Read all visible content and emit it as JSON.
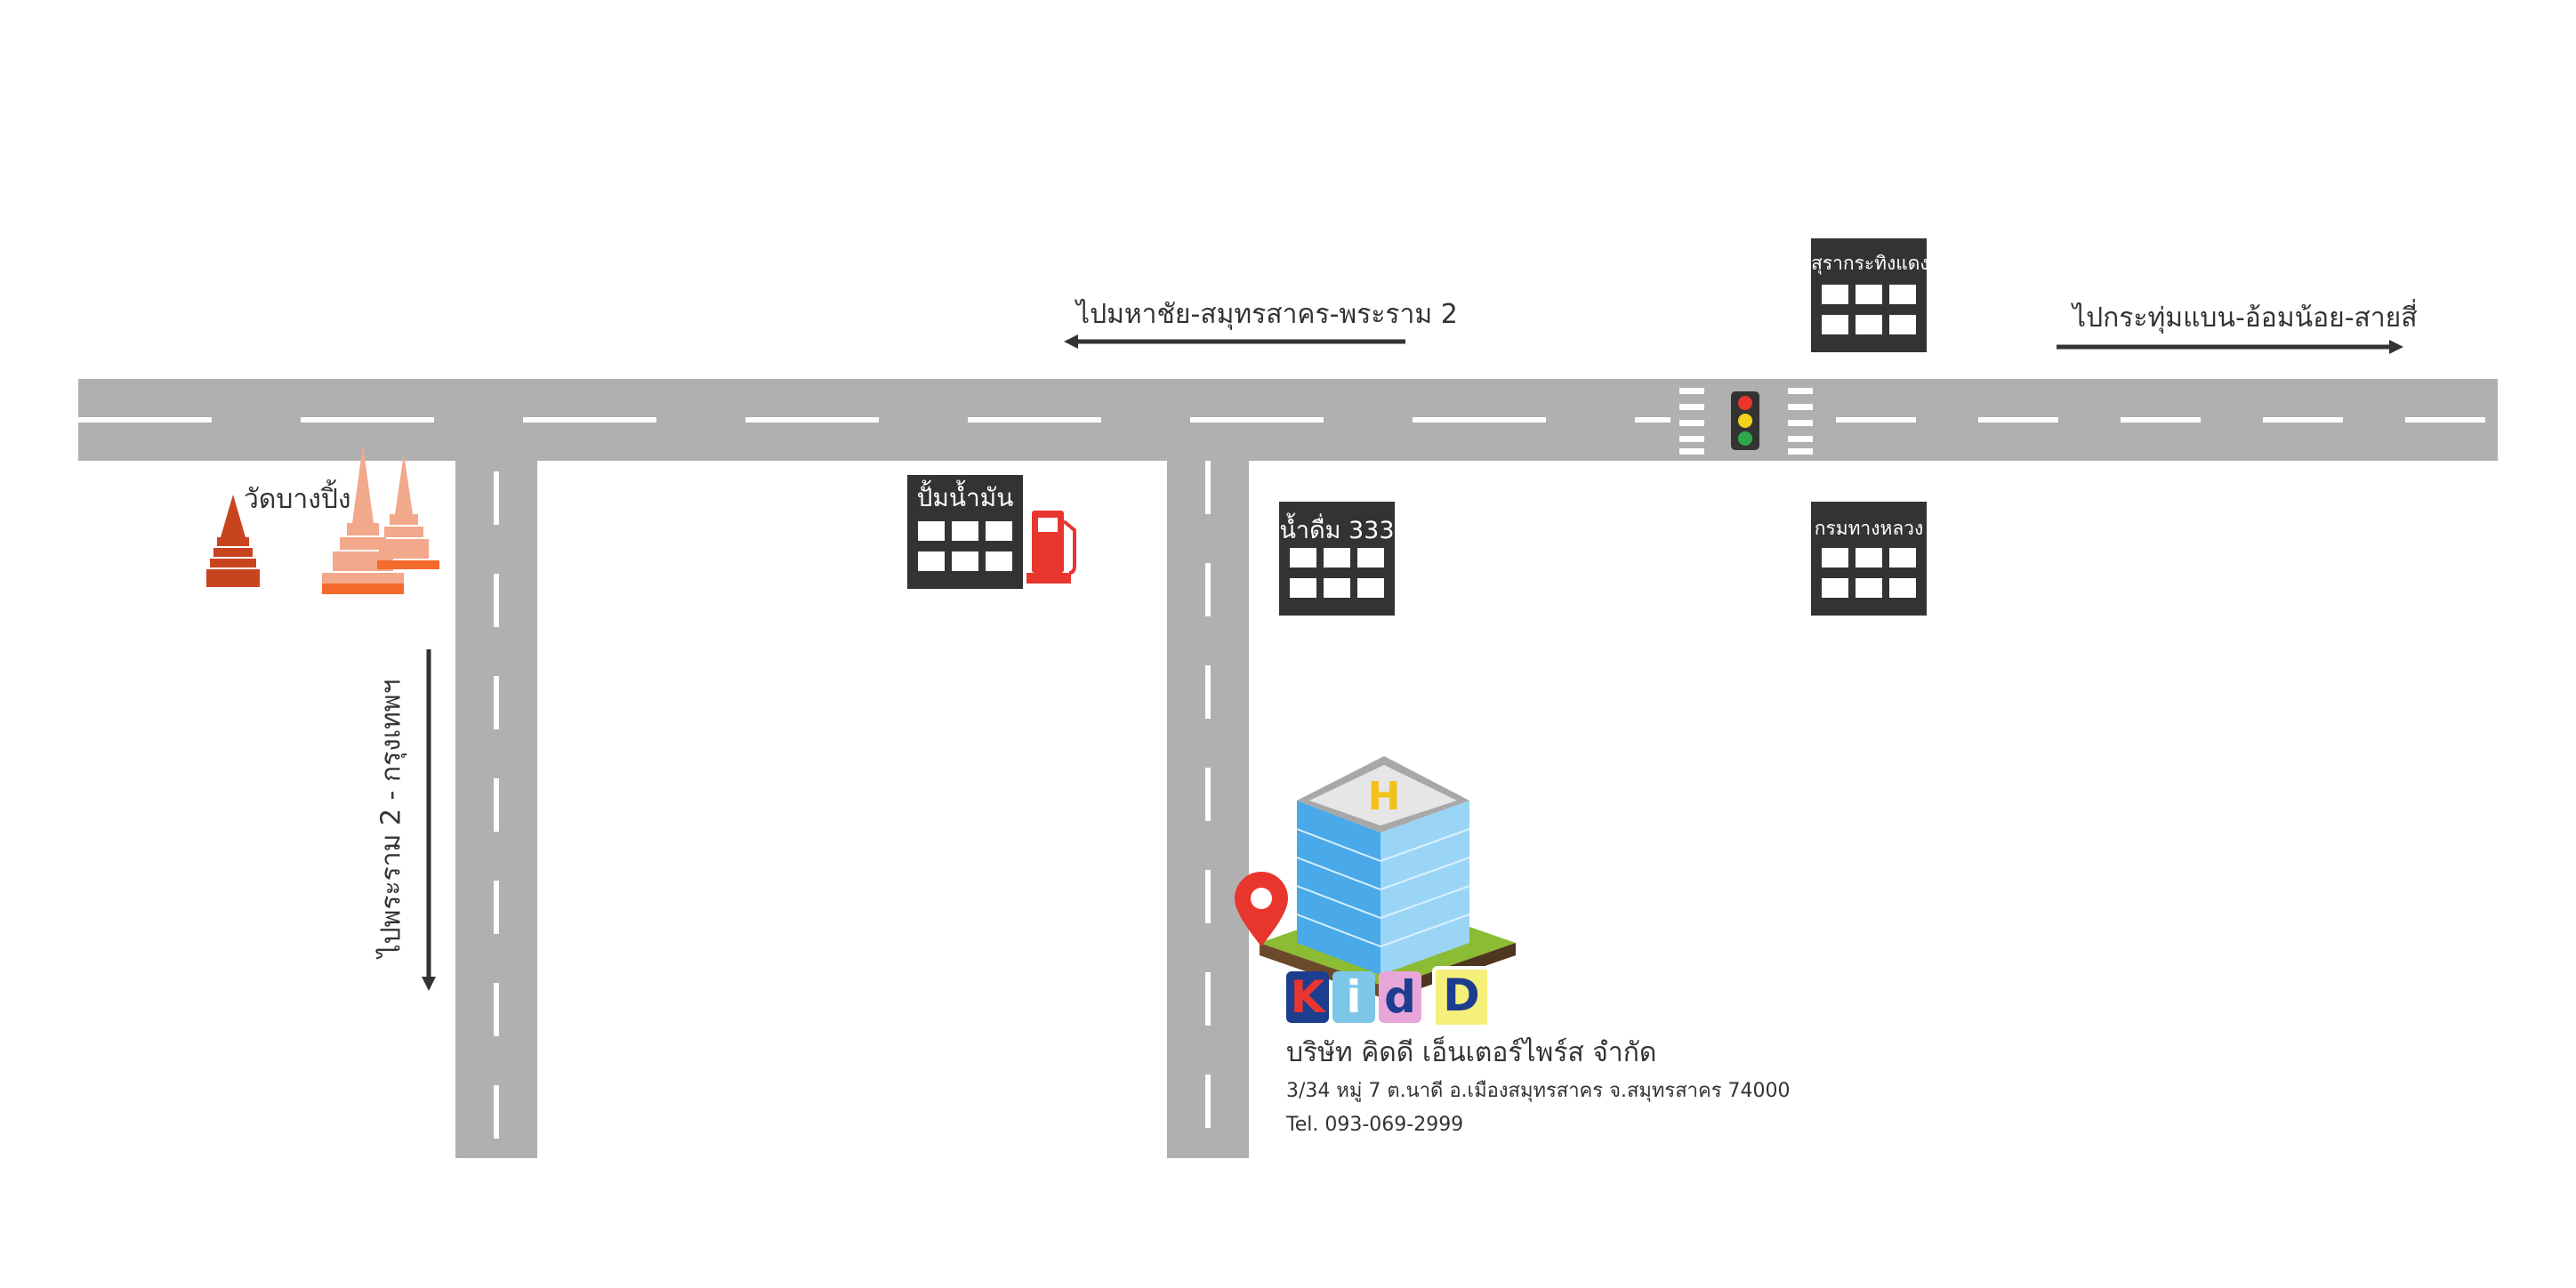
{
  "colors": {
    "road": "#b0b0b0",
    "building": "#333333",
    "accent_red": "#e8362f",
    "temple_dark": "#c8441f",
    "temple_light": "#f2a88a"
  },
  "directions": {
    "west": "ไปมหาชัย-สมุทรสาคร-พระราม 2",
    "east": "ไปกระทุ่มแบน-อ้อมน้อย-สายสี่",
    "south": "ไปพระราม 2 - กรุงเทพฯ"
  },
  "landmarks": {
    "temple": "วัดบางปิ้ง",
    "gas_station": "ปั้มน้ำมัน",
    "water": "น้ำดื่ม 333",
    "distillery": "สุรากระทิงแดง",
    "highways": "กรมทางหลวง"
  },
  "company": {
    "logo_letters": [
      "K",
      "i",
      "d",
      "D"
    ],
    "name": "บริษัท คิดดี เอ็นเตอร์ไพร์ส จำกัด",
    "address": "3/34 หมู่ 7 ต.นาดี อ.เมืองสมุทรสาคร จ.สมุทรสาคร 74000",
    "tel": "Tel. 093-069-2999"
  },
  "icons": {
    "traffic_light": "traffic-light-icon",
    "fuel_pump": "fuel-pump-icon",
    "location_pin": "map-pin-icon",
    "helipad": "helipad-icon"
  }
}
